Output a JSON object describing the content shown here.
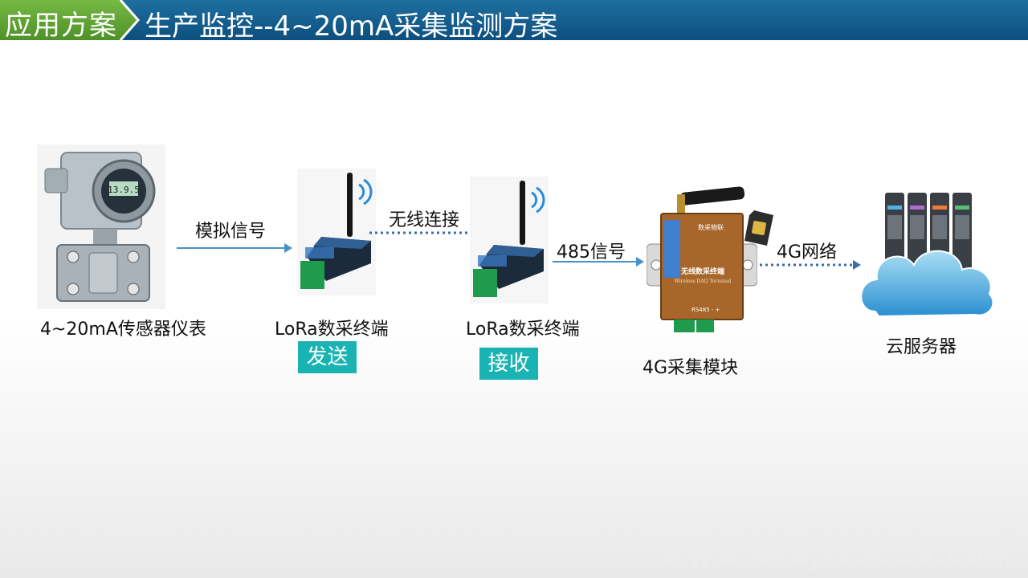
{
  "header": {
    "badge": "应用方案",
    "title": "生产监控--4~20mA采集监测方案"
  },
  "nodes": {
    "sensor": "4~20mA传感器仪表",
    "sender": "LoRa数采终端",
    "receiver": "LoRa数采终端",
    "module": "4G采集模块",
    "cloud": "云服务器"
  },
  "tags": {
    "send": "发送",
    "receive": "接收"
  },
  "connections": {
    "analog": "模拟信号",
    "wireless": "无线连接",
    "rs485": "485信号",
    "network": "4G网络"
  },
  "device_text": {
    "meter_display": "13.9.5",
    "module_brand": "数采物联",
    "module_cn": "无线数采终端",
    "module_en": "Wireless DAQ Terminal",
    "module_port": "RS485  -  +"
  },
  "watermark": "www.shop10019.com",
  "colors": {
    "header": "#0d4f7e",
    "badge": "#5fa533",
    "tag": "#1ab3b3",
    "arrow": "#4a90c8"
  }
}
